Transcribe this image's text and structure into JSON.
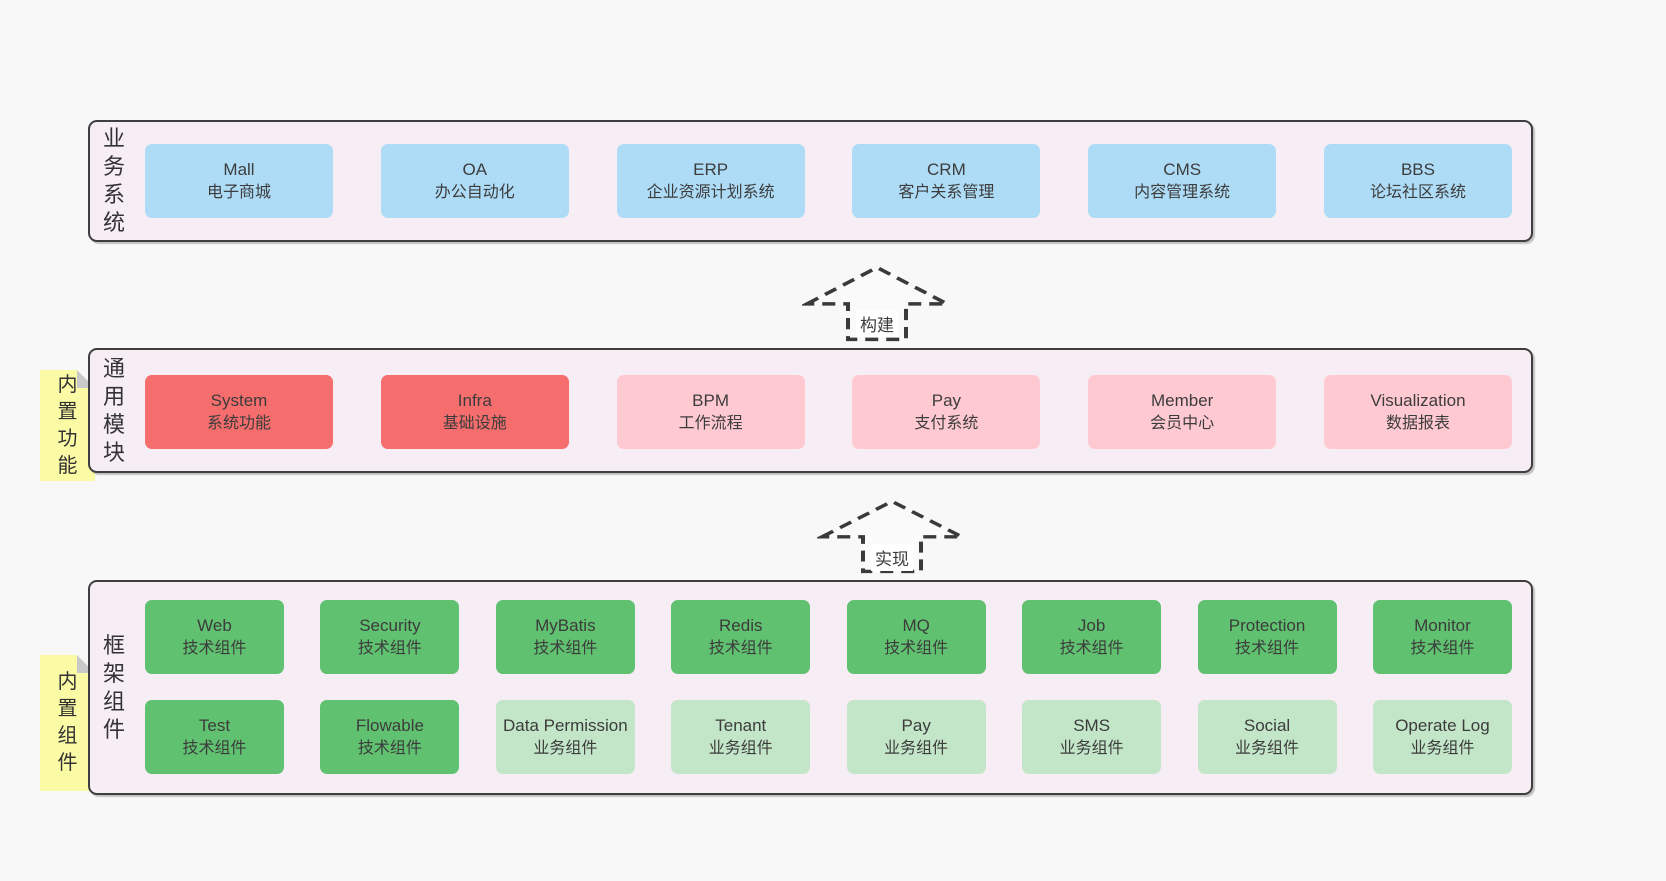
{
  "bands": [
    {
      "label": "业务系统",
      "boxes": [
        {
          "title": "Mall",
          "subtitle": "电子商城"
        },
        {
          "title": "OA",
          "subtitle": "办公自动化"
        },
        {
          "title": "ERP",
          "subtitle": "企业资源计划系统"
        },
        {
          "title": "CRM",
          "subtitle": "客户关系管理"
        },
        {
          "title": "CMS",
          "subtitle": "内容管理系统"
        },
        {
          "title": "BBS",
          "subtitle": "论坛社区系统"
        }
      ]
    },
    {
      "label": "通用模块",
      "note": "内置功能",
      "boxes": [
        {
          "title": "System",
          "subtitle": "系统功能"
        },
        {
          "title": "Infra",
          "subtitle": "基础设施"
        },
        {
          "title": "BPM",
          "subtitle": "工作流程"
        },
        {
          "title": "Pay",
          "subtitle": "支付系统"
        },
        {
          "title": "Member",
          "subtitle": "会员中心"
        },
        {
          "title": "Visualization",
          "subtitle": "数据报表"
        }
      ]
    },
    {
      "label": "框架组件",
      "note": "内置组件",
      "rows": [
        [
          {
            "title": "Web",
            "subtitle": "技术组件"
          },
          {
            "title": "Security",
            "subtitle": "技术组件"
          },
          {
            "title": "MyBatis",
            "subtitle": "技术组件"
          },
          {
            "title": "Redis",
            "subtitle": "技术组件"
          },
          {
            "title": "MQ",
            "subtitle": "技术组件"
          },
          {
            "title": "Job",
            "subtitle": "技术组件"
          },
          {
            "title": "Protection",
            "subtitle": "技术组件"
          },
          {
            "title": "Monitor",
            "subtitle": "技术组件"
          }
        ],
        [
          {
            "title": "Test",
            "subtitle": "技术组件"
          },
          {
            "title": "Flowable",
            "subtitle": "技术组件"
          },
          {
            "title": "Data Permission",
            "subtitle": "业务组件"
          },
          {
            "title": "Tenant",
            "subtitle": "业务组件"
          },
          {
            "title": "Pay",
            "subtitle": "业务组件"
          },
          {
            "title": "SMS",
            "subtitle": "业务组件"
          },
          {
            "title": "Social",
            "subtitle": "业务组件"
          },
          {
            "title": "Operate Log",
            "subtitle": "业务组件"
          }
        ]
      ]
    }
  ],
  "arrows": [
    {
      "label": "构建"
    },
    {
      "label": "实现"
    }
  ],
  "colors": {
    "page_bg": "#f8f8f8",
    "band_bg": "#f7edf5",
    "band_border": "#3e3e3e",
    "business_box_blue": "#aedcf7",
    "core_module_red": "#f56d6d",
    "module_pink": "#ffc9d2",
    "tech_component_green": "#60c170",
    "biz_component_light_green": "#c3e6c9",
    "sticky_note_yellow": "#fbfba6",
    "sticky_note_fold_gray": "#c9c9c9",
    "arrow_stroke": "#3a3a3a"
  }
}
